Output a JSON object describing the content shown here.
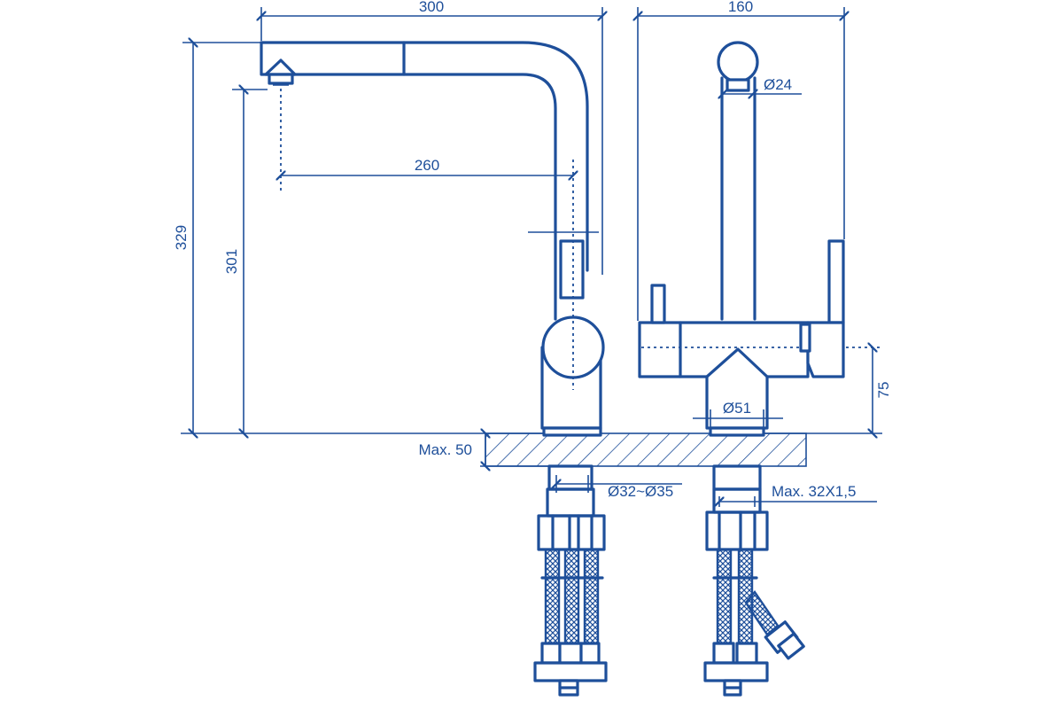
{
  "colors": {
    "line": "#1e4f9a",
    "background": "#ffffff"
  },
  "dimensions": {
    "overall_width": "300",
    "side_width": "160",
    "spout_reach": "260",
    "overall_height": "329",
    "spout_height": "301",
    "aerator_diameter": "Ø24",
    "base_diameter": "Ø51",
    "lever_axis_height": "75",
    "countertop_max": "Max. 50",
    "hole_diameter": "Ø32~Ø35",
    "thread_max": "Max. 32X1,5"
  }
}
